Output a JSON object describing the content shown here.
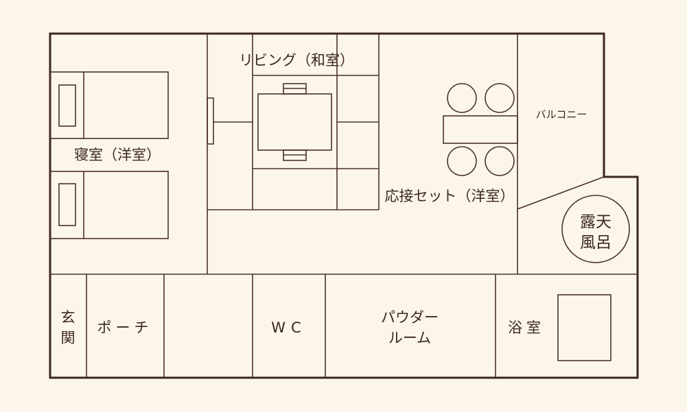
{
  "rooms": {
    "bedroom": "寝室（洋室）",
    "living": "リビング（和室）",
    "reception": "応接セット（洋室）",
    "balcony": "バルコニー",
    "open_air_bath": [
      "露天",
      "風呂"
    ],
    "entrance": [
      "玄",
      "関"
    ],
    "porch": "ポーチ",
    "wc": "WC",
    "powder_room": [
      "パウダー",
      "ルーム"
    ],
    "bathroom": "浴室"
  }
}
